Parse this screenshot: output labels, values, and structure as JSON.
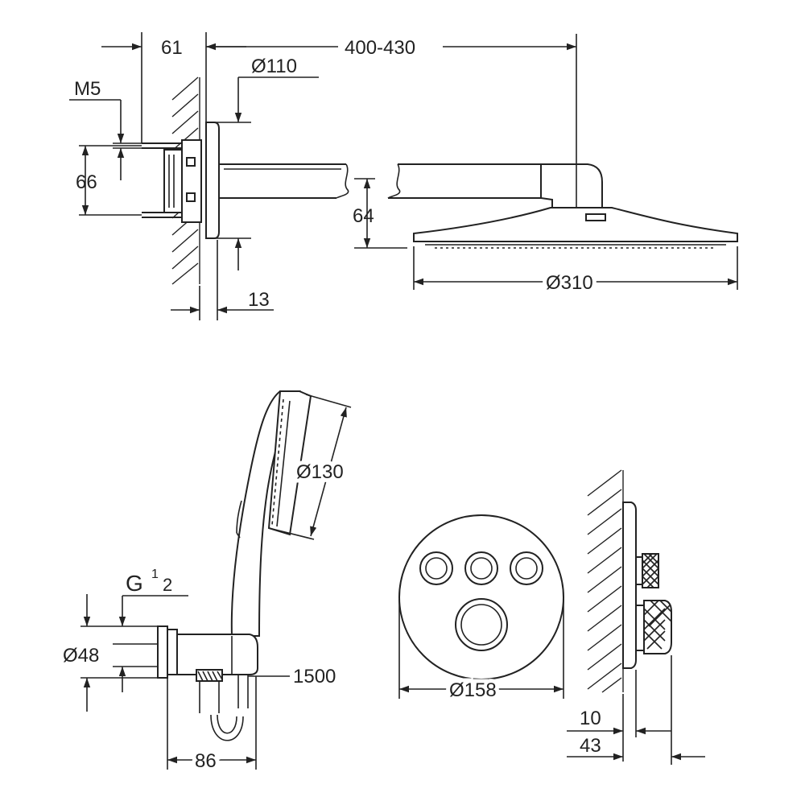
{
  "dimensions": {
    "top": {
      "wall_offset": "61",
      "arm_length": "400-430",
      "flange_diameter": "Ø110",
      "thread": "M5",
      "mount_height": "66",
      "head_drop": "64",
      "flange_depth": "13",
      "head_diameter": "Ø310"
    },
    "hand_shower": {
      "head_diameter": "Ø130",
      "thread_main": "G",
      "thread_num": "1",
      "thread_den": "2",
      "outlet_diameter": "Ø48",
      "hose_length": "1500",
      "projection": "86"
    },
    "control": {
      "plate_diameter": "Ø158",
      "plate_depth": "10",
      "knob_depth": "43"
    }
  },
  "colors": {
    "line": "#222222",
    "background": "#ffffff"
  }
}
